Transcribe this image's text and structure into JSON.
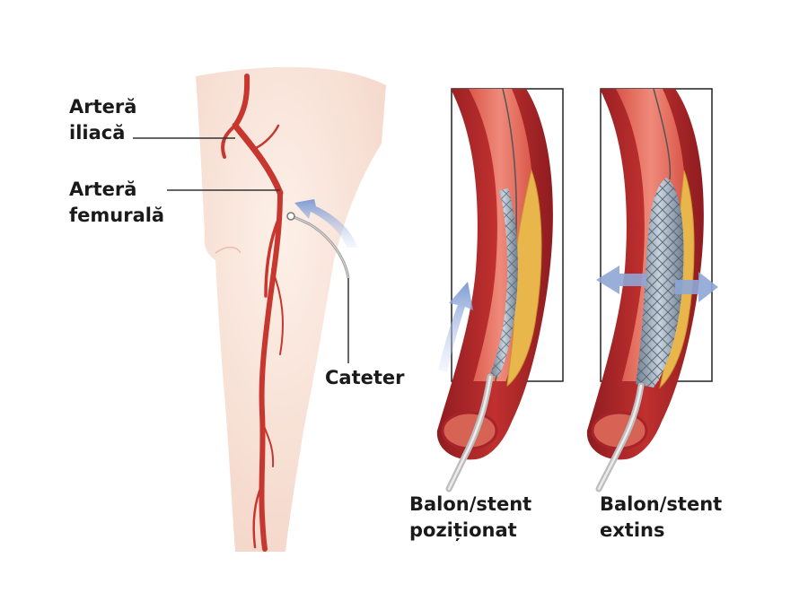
{
  "labels": {
    "iliac_artery": [
      "Arteră",
      "iliacă"
    ],
    "femoral_artery": [
      "Arteră",
      "femurală"
    ],
    "catheter": "Cateter",
    "stent_positioned": [
      "Balon/stent",
      "poziționat"
    ],
    "stent_expanded": [
      "Balon/stent",
      "extins"
    ]
  },
  "colors": {
    "skin": "#fae6dc",
    "artery": "#c8372f",
    "vessel_wall": "#b0262a",
    "vessel_lumen": "#e36a5d",
    "plaque": "#e9b64c",
    "arrow": "#8ea6d6",
    "stent": "#8f9faf",
    "catheter": "#a7a7a7"
  }
}
